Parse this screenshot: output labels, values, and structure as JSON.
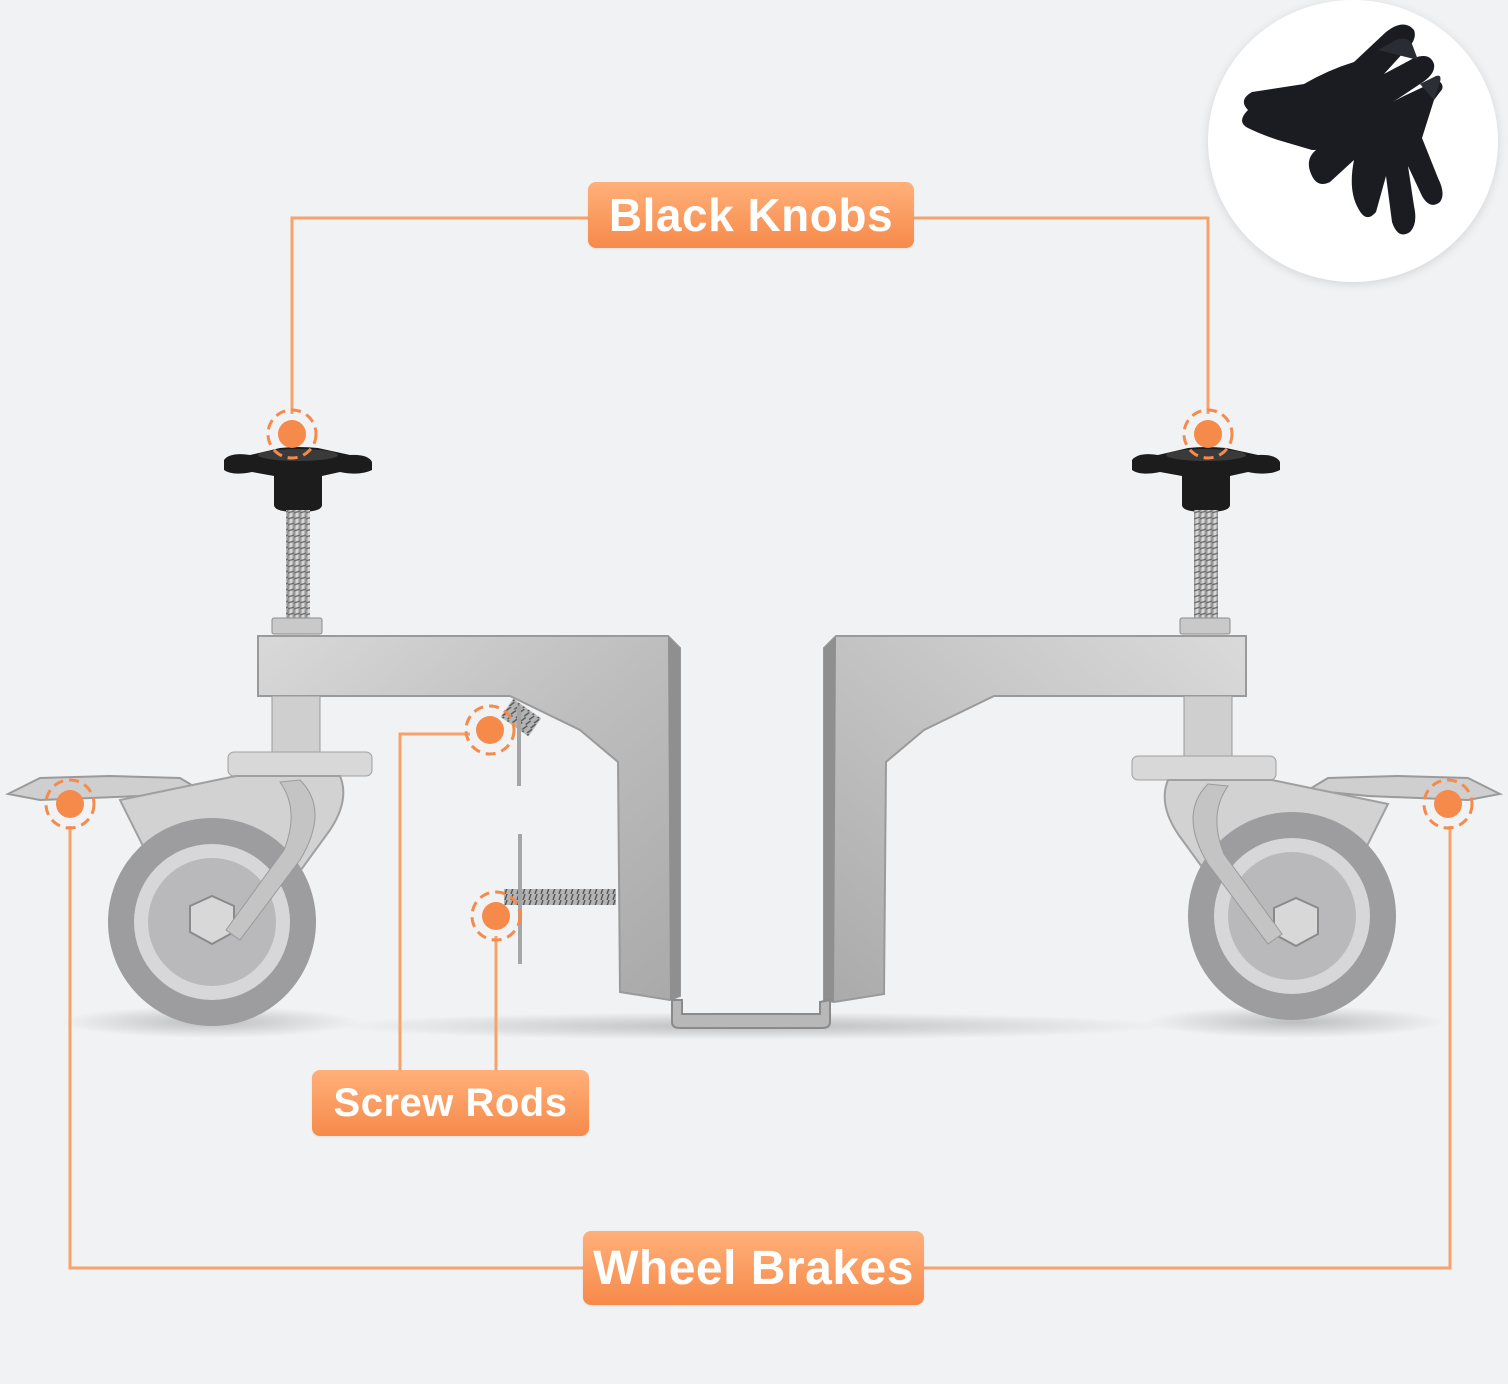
{
  "callouts": {
    "black_knobs": "Black Knobs",
    "screw_rods": "Screw Rods",
    "wheel_brakes": "Wheel Brakes"
  },
  "colors": {
    "accent": "#f68a4a",
    "accent_light": "#ffb07a",
    "background": "#f0f2f4",
    "metal": "#c8c8c8",
    "knob": "#1c1c1c",
    "wheel": "#9a9a9c"
  },
  "icons": {
    "gloves": "gloves-icon",
    "marker": "hotspot-marker-icon"
  }
}
